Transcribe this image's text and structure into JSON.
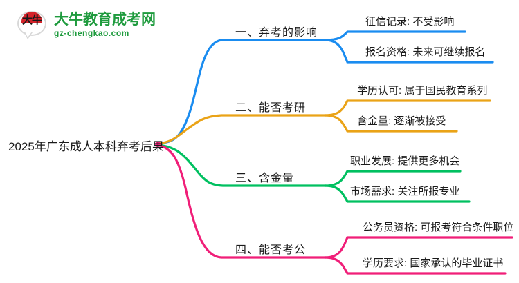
{
  "logo": {
    "mark_text": "大牛",
    "title": "大牛教育成考网",
    "subtitle": "gz-chengkao.com"
  },
  "mindmap": {
    "root": {
      "label": "2025年广东成人本科弃考后果"
    },
    "branches": [
      {
        "label": "一、弃考的影响",
        "color": "#1a8cf0",
        "children": [
          {
            "label": "征信记录: 不受影响"
          },
          {
            "label": "报名资格: 未来可继续报名"
          }
        ]
      },
      {
        "label": "二、能否考研",
        "color": "#eaa317",
        "children": [
          {
            "label": "学历认可: 属于国民教育系列"
          },
          {
            "label": "含金量: 逐渐被接受"
          }
        ]
      },
      {
        "label": "三、含金量",
        "color": "#00c060",
        "children": [
          {
            "label": "职业发展: 提供更多机会"
          },
          {
            "label": "市场需求: 关注所报专业"
          }
        ]
      },
      {
        "label": "四、能否考公",
        "color": "#f01e78",
        "children": [
          {
            "label": "公务员资格: 可报考符合条件职位"
          },
          {
            "label": "学历要求: 国家承认的毕业证书"
          }
        ]
      }
    ]
  }
}
